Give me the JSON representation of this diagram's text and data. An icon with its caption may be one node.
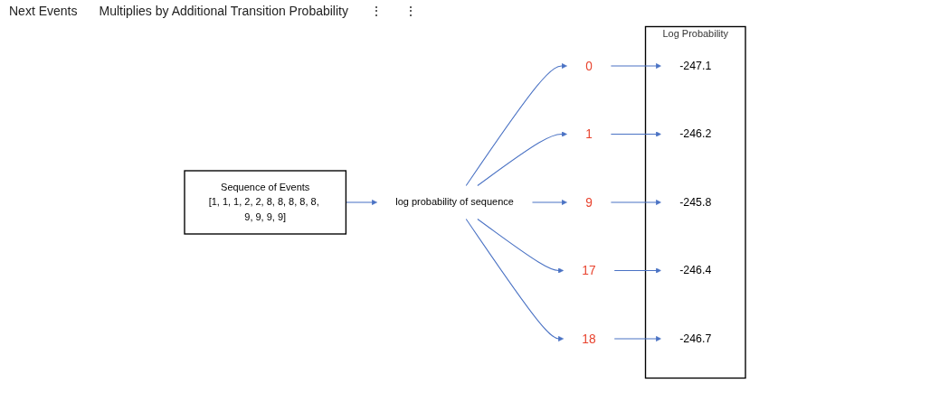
{
  "diagram": {
    "nodes": [
      {
        "text": [
          "Sequence of Events",
          "[1, 1, 1, 2, 2, 8, 8, 8, 8, 8, 9, 9, 9, 9]"
        ]
      },
      {
        "text": [
          "log probability of sequence"
        ]
      },
      {
        "text": [
          "0"
        ]
      },
      {
        "text": [
          "1"
        ]
      },
      {
        "text": [
          "9"
        ]
      },
      {
        "text": [
          "17"
        ]
      },
      {
        "text": [
          "18"
        ]
      },
      {
        "text": [
          "Log Probability"
        ]
      },
      {
        "text": [
          "-247.1"
        ],
        "in": 7
      },
      {
        "text": [
          "-246.2"
        ],
        "in": 7
      },
      {
        "text": [
          "-245.8"
        ],
        "in": 7
      },
      {
        "text": [
          "-246.4"
        ],
        "in": 7
      },
      {
        "text": [
          "-246.7"
        ],
        "in": 7
      }
    ],
    "edges": [
      {
        "from": 0,
        "to": 1,
        "arrow": "to"
      },
      {
        "from": 1,
        "to": 2,
        "arrow": "to"
      },
      {
        "from": 1,
        "to": 3,
        "arrow": "to"
      },
      {
        "from": 1,
        "to": 4,
        "arrow": "to"
      },
      {
        "from": 1,
        "to": 5,
        "arrow": "to"
      },
      {
        "from": 1,
        "to": 6,
        "arrow": "to"
      },
      {
        "from": 2,
        "to": 8,
        "arrow": "to"
      },
      {
        "from": 3,
        "to": 9,
        "arrow": "to"
      },
      {
        "from": 4,
        "to": 10,
        "arrow": "to"
      },
      {
        "from": 5,
        "to": 11,
        "arrow": "to"
      },
      {
        "from": 6,
        "to": 12,
        "arrow": "to"
      }
    ],
    "labels": [
      "Next Events",
      "Multiplies by Additional Transition Probability",
      "⋮",
      "⋮"
    ]
  }
}
